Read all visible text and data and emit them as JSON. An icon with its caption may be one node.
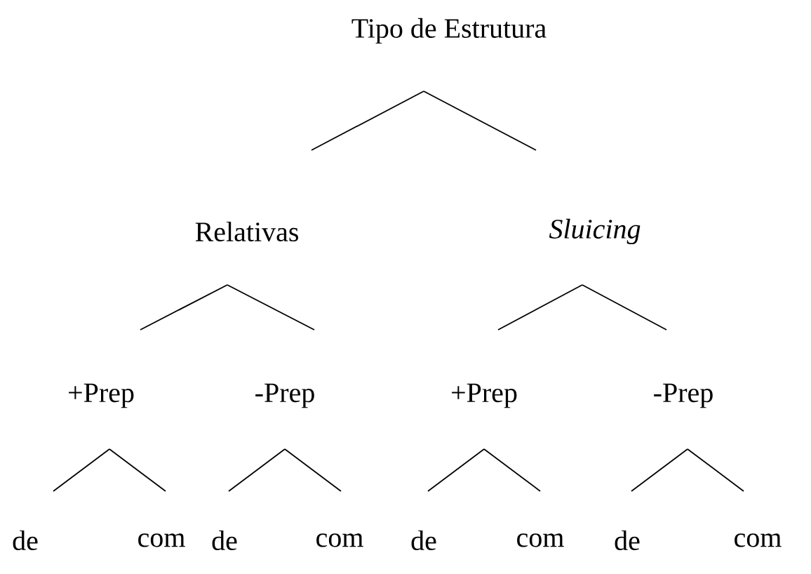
{
  "diagram": {
    "nodes": [
      {
        "text": [
          "Tipo de Estrutura"
        ]
      },
      {
        "text": [
          "Relativas"
        ]
      },
      {
        "text": [
          "Sluicing"
        ]
      },
      {
        "text": [
          "+Prep"
        ]
      },
      {
        "text": [
          "-Prep"
        ]
      },
      {
        "text": [
          "+Prep"
        ]
      },
      {
        "text": [
          "-Prep"
        ]
      },
      {
        "text": [
          "de"
        ]
      },
      {
        "text": [
          "com"
        ]
      },
      {
        "text": [
          "de"
        ]
      },
      {
        "text": [
          "com"
        ]
      },
      {
        "text": [
          "de"
        ]
      },
      {
        "text": [
          "com"
        ]
      },
      {
        "text": [
          "de"
        ]
      },
      {
        "text": [
          "com"
        ]
      }
    ],
    "edges": [
      {
        "from": 0,
        "to": 1,
        "arrow": "none"
      },
      {
        "from": 0,
        "to": 2,
        "arrow": "none"
      },
      {
        "from": 1,
        "to": 3,
        "arrow": "none"
      },
      {
        "from": 1,
        "to": 4,
        "arrow": "none"
      },
      {
        "from": 2,
        "to": 5,
        "arrow": "none"
      },
      {
        "from": 2,
        "to": 6,
        "arrow": "none"
      },
      {
        "from": 3,
        "to": 7,
        "arrow": "none"
      },
      {
        "from": 3,
        "to": 8,
        "arrow": "none"
      },
      {
        "from": 4,
        "to": 9,
        "arrow": "none"
      },
      {
        "from": 4,
        "to": 10,
        "arrow": "none"
      },
      {
        "from": 5,
        "to": 11,
        "arrow": "none"
      },
      {
        "from": 5,
        "to": 12,
        "arrow": "none"
      },
      {
        "from": 6,
        "to": 13,
        "arrow": "none"
      },
      {
        "from": 6,
        "to": 14,
        "arrow": "none"
      }
    ]
  }
}
